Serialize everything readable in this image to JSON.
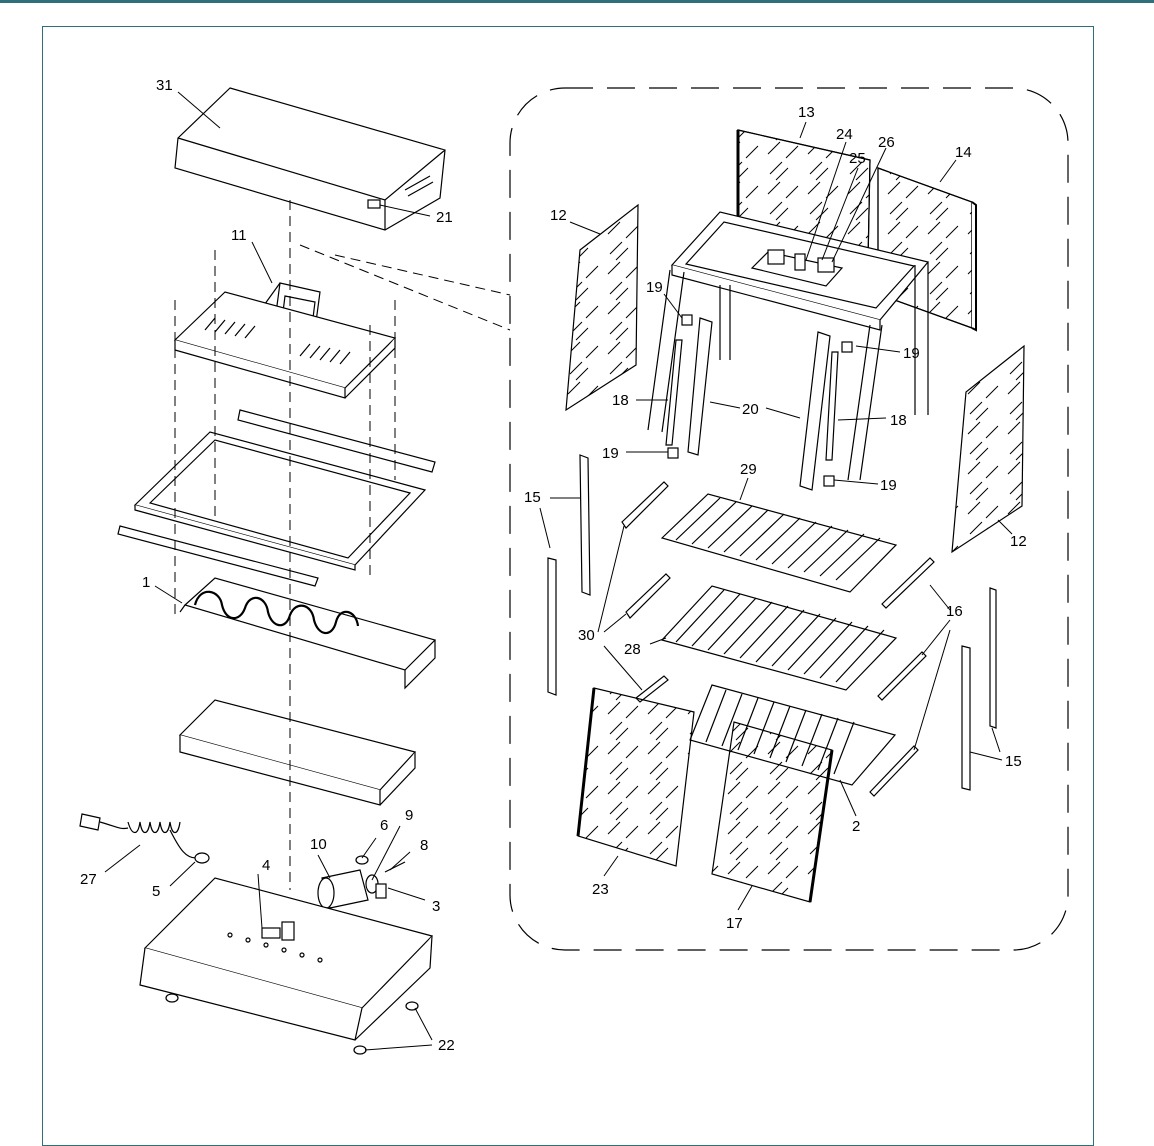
{
  "diagram": {
    "callouts": {
      "c31": "31",
      "c21": "21",
      "c11": "11",
      "c1": "1",
      "c27": "27",
      "c5": "5",
      "c4": "4",
      "c10": "10",
      "c6": "6",
      "c9": "9",
      "c8": "8",
      "c3": "3",
      "c22": "22",
      "c13": "13",
      "c24": "24",
      "c25": "25",
      "c26": "26",
      "c14": "14",
      "c12a": "12",
      "c12b": "12",
      "c19a": "19",
      "c19b": "19",
      "c19c": "19",
      "c19d": "19",
      "c18a": "18",
      "c18b": "18",
      "c20": "20",
      "c29": "29",
      "c15a": "15",
      "c15b": "15",
      "c16": "16",
      "c30": "30",
      "c28": "28",
      "c2": "2",
      "c23": "23",
      "c17": "17"
    }
  }
}
